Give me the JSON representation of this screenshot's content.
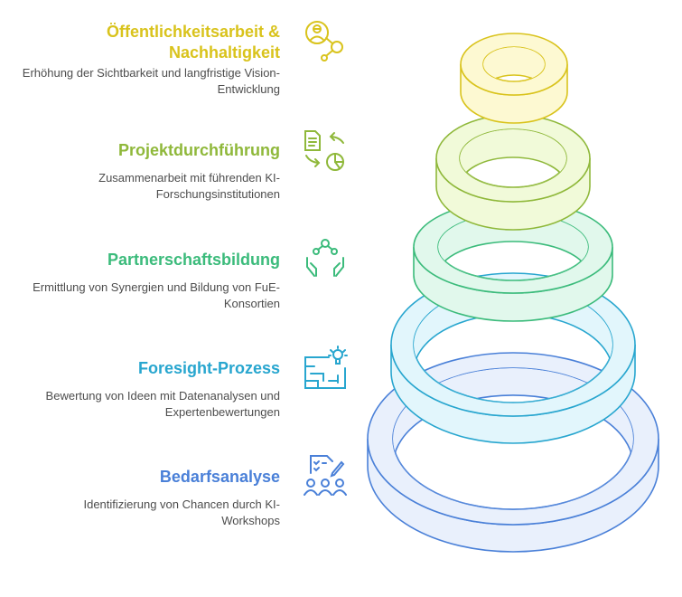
{
  "steps": [
    {
      "title": "Öffentlichkeitsarbeit & Nachhaltigkeit",
      "description": "Erhöhung der Sichtbarkeit und langfristige Vision-Entwicklung",
      "color": "#d9c31c",
      "fill": "#fdf9d2",
      "icon": "user-network-icon"
    },
    {
      "title": "Projektdurchführung",
      "description": "Zusammenarbeit mit führenden KI-Forschungsinstitutionen",
      "color": "#8fb83a",
      "fill": "#f1fad9",
      "icon": "document-chart-cycle-icon"
    },
    {
      "title": "Partnerschaftsbildung",
      "description": "Ermittlung von Synergien und Bildung von FuE-Konsortien",
      "color": "#3bbb7b",
      "fill": "#e1f8ec",
      "icon": "hands-network-icon"
    },
    {
      "title": "Foresight-Prozess",
      "description": "Bewertung von Ideen mit Datenanalysen und Expertenbewertungen",
      "color": "#28a6cf",
      "fill": "#e2f6fc",
      "icon": "maze-lightbulb-icon"
    },
    {
      "title": "Bedarfsanalyse",
      "description": "Identifizierung von Chancen durch KI-Workshops",
      "color": "#4a80d8",
      "fill": "#e9f0fc",
      "icon": "team-checklist-icon"
    }
  ]
}
